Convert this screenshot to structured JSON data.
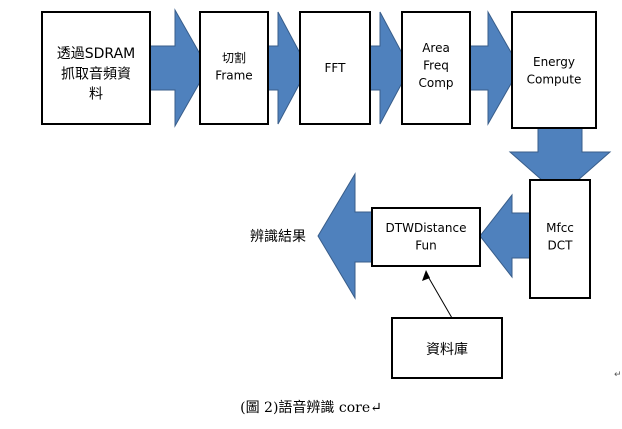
{
  "nodes": {
    "source": {
      "lines": [
        "透過SDRAM",
        "抓取音頻資",
        "料"
      ]
    },
    "frame": {
      "lines": [
        "切割",
        "Frame"
      ]
    },
    "fft": {
      "lines": [
        "FFT"
      ]
    },
    "area": {
      "lines": [
        "Area",
        "Freq",
        "Comp"
      ]
    },
    "energy": {
      "lines": [
        "Energy",
        "Compute"
      ]
    },
    "mfcc": {
      "lines": [
        "Mfcc",
        "DCT"
      ]
    },
    "dtw": {
      "lines": [
        "DTWDistance",
        "Fun"
      ]
    },
    "database": {
      "lines": [
        "資料庫"
      ]
    }
  },
  "result_label": "辨識結果",
  "caption": "(圖 2)語音辨識 core↵",
  "return_mark": "↵",
  "colors": {
    "arrow_fill": "#4f81bd",
    "arrow_stroke": "#385d8a",
    "box_stroke": "#000000"
  }
}
